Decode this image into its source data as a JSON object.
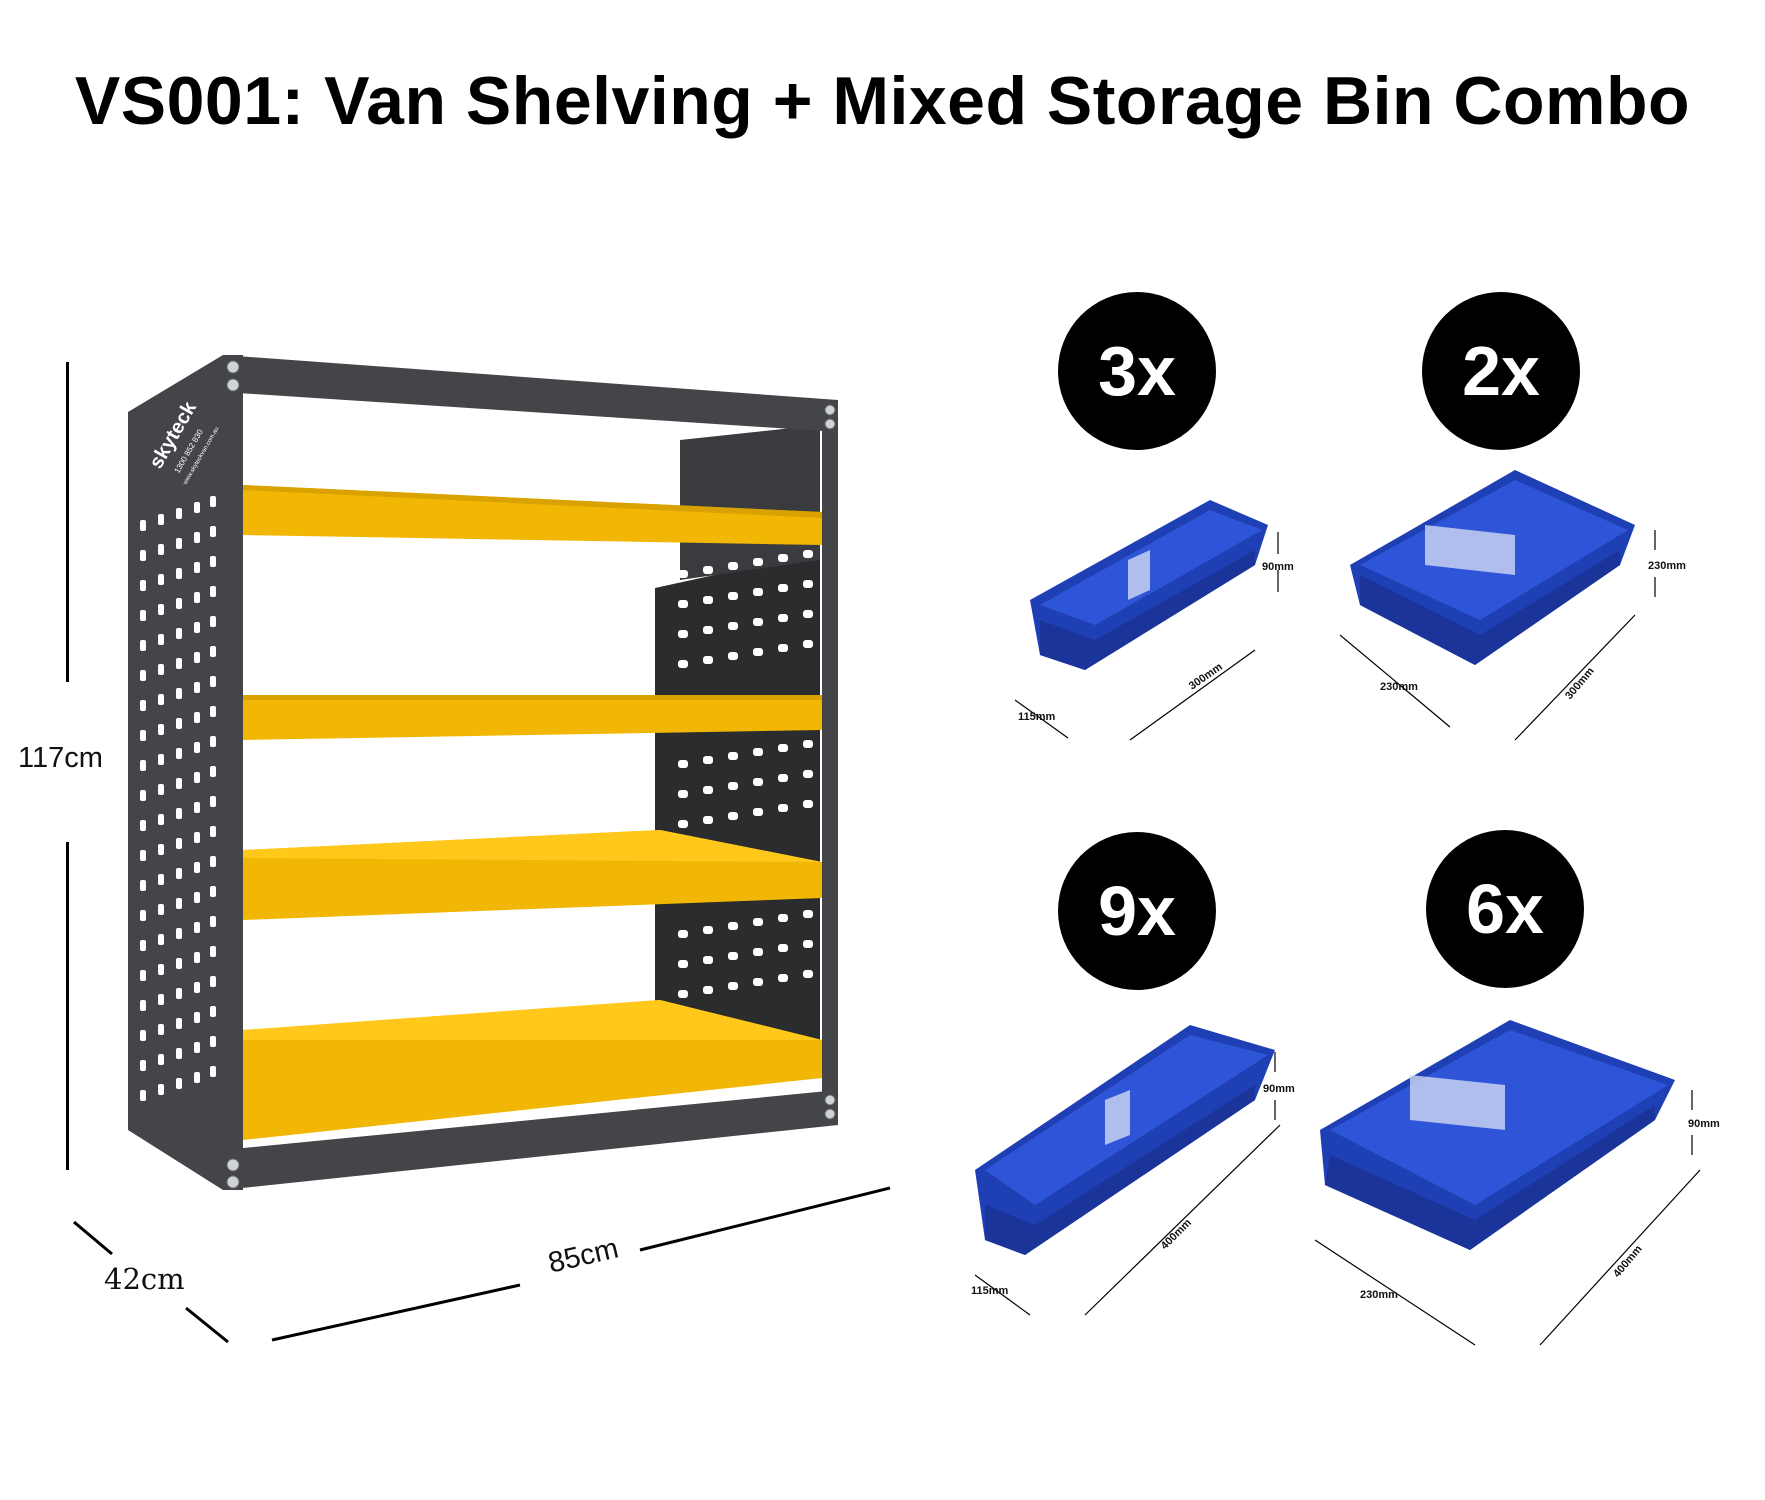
{
  "title": "VS001: Van Shelving + Mixed Storage Bin Combo",
  "shelf": {
    "brand": "skyteck",
    "phone": "1300 852 830",
    "website": "www.skyteckvan.com.au",
    "height_label": "117cm",
    "width_label": "85cm",
    "depth_label": "42cm"
  },
  "bins": [
    {
      "qty": "3x",
      "height": "90mm",
      "length": "300mm",
      "width": "115mm"
    },
    {
      "qty": "2x",
      "height": "230mm",
      "length": "300mm",
      "width": "230mm"
    },
    {
      "qty": "9x",
      "height": "90mm",
      "length": "400mm",
      "width": "115mm"
    },
    {
      "qty": "6x",
      "height": "90mm",
      "length": "400mm",
      "width": "230mm"
    }
  ],
  "colors": {
    "frame": "#444548",
    "shelf": "#f2b705",
    "bin": "#1f3fb5"
  }
}
